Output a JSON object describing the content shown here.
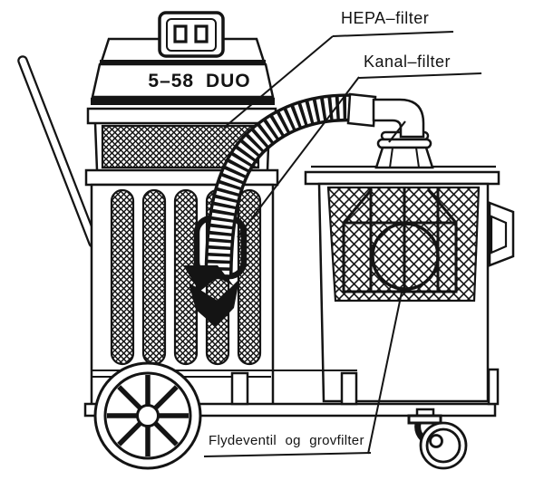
{
  "machine": {
    "model_label": "5–58 DUO"
  },
  "callouts": {
    "hepa_filter": "HEPA–filter",
    "kanal_filter": "Kanal–filter",
    "float_valve": "Flydeventil og grovfilter"
  },
  "colors": {
    "ink": "#141414",
    "background": "#ffffff"
  }
}
